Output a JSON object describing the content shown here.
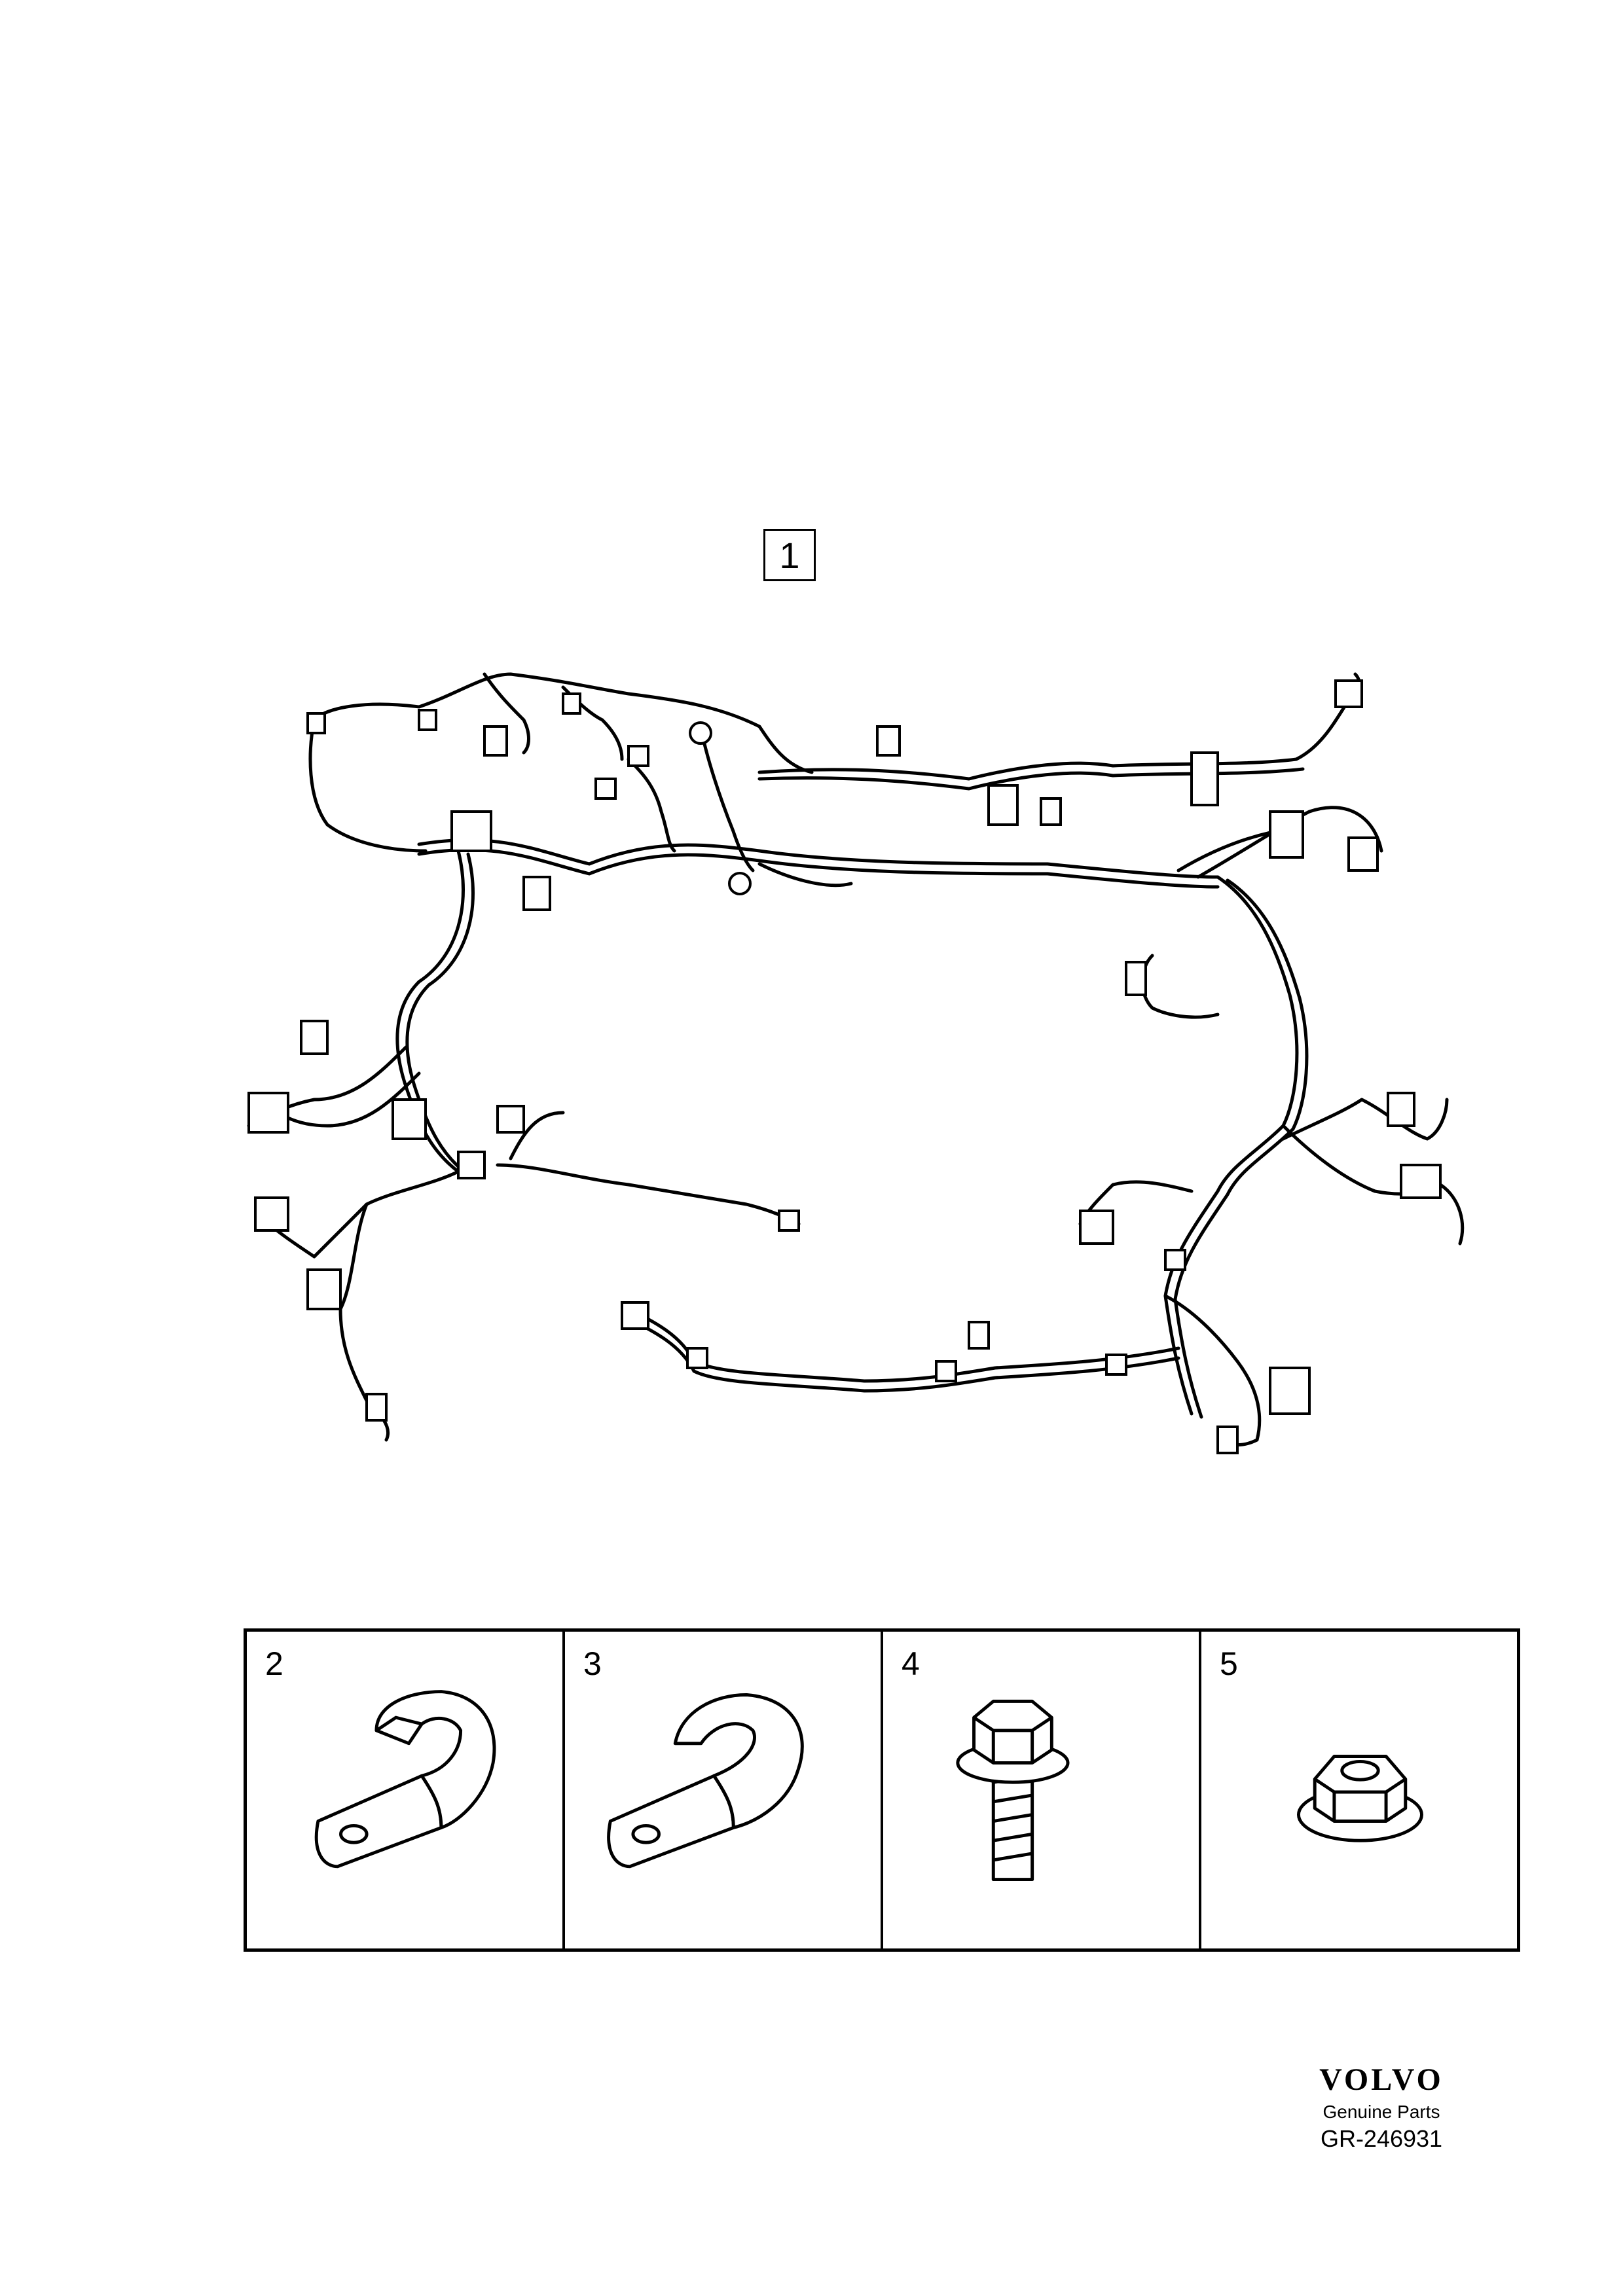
{
  "callout": {
    "number": "1"
  },
  "parts": [
    {
      "number": "2",
      "icon": "cable-clip-open-icon"
    },
    {
      "number": "3",
      "icon": "cable-clip-closed-icon"
    },
    {
      "number": "4",
      "icon": "flange-bolt-icon"
    },
    {
      "number": "5",
      "icon": "flange-nut-icon"
    }
  ],
  "footer": {
    "logo": "VOLVO",
    "subtitle": "Genuine Parts",
    "reference": "GR-246931"
  }
}
